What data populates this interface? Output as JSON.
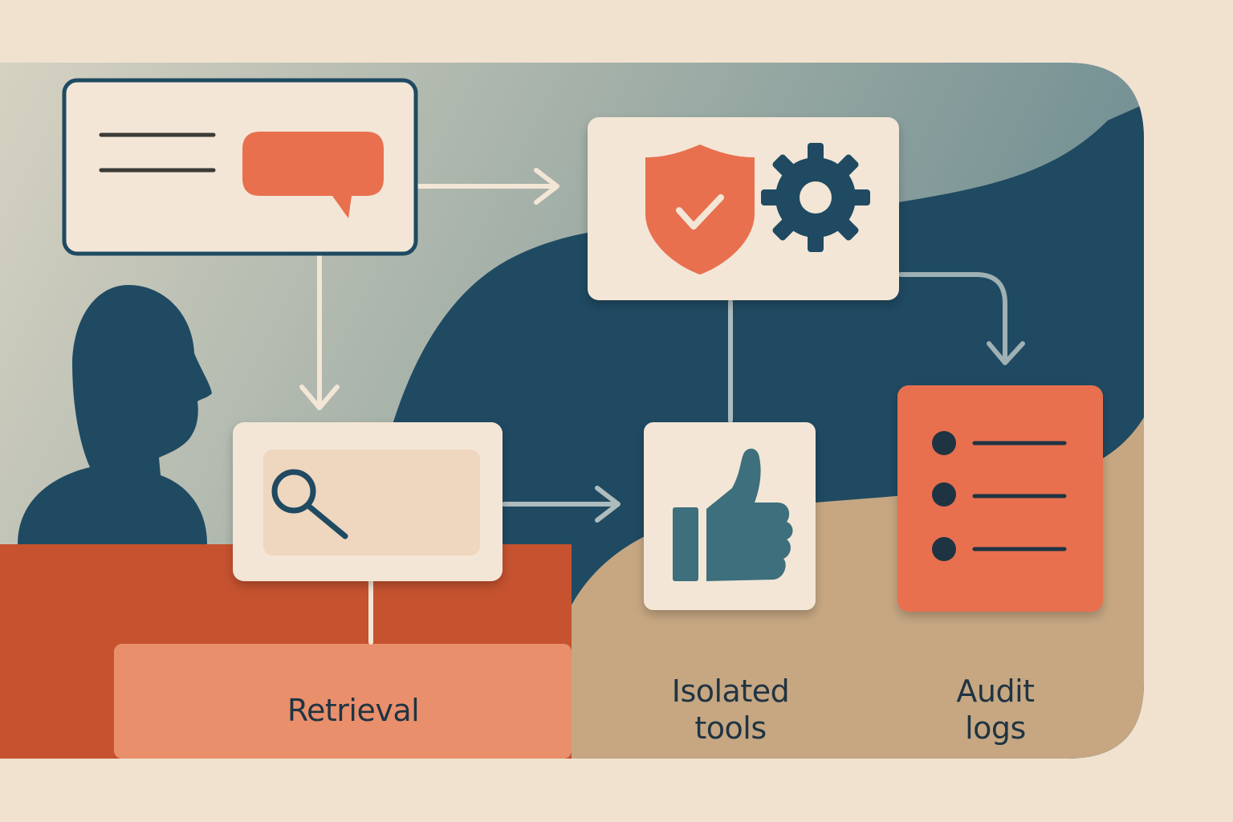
{
  "labels": {
    "retrieval": "Retrieval",
    "isolated_line1": "Isolated",
    "isolated_line2": "tools",
    "audit_line1": "Audit",
    "audit_line2": "logs"
  },
  "icons": {
    "message_card": "chat-bubble-icon",
    "policy_card": [
      "shield-check-icon",
      "gear-icon"
    ],
    "retrieval_card": "search-icon",
    "tools_card": "thumbs-up-icon",
    "audit_card": "list-icon",
    "person": "person-silhouette-icon"
  },
  "colors": {
    "background": "#f1e2cf",
    "navy": "#1f4a62",
    "orange": "#e8704f",
    "rust": "#c6522f",
    "peach": "#ea8f6c",
    "tan": "#c6a782",
    "card": "#f3e6d6",
    "slate": "#7b9598"
  }
}
